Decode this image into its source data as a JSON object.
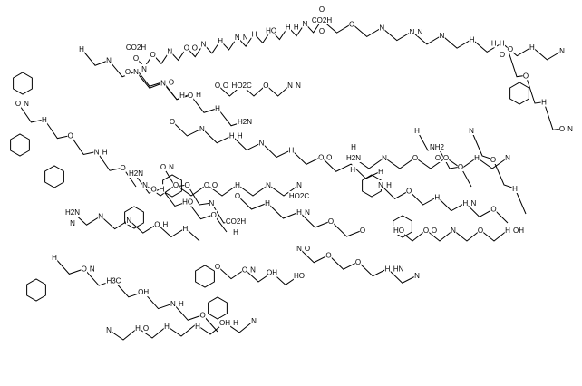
{
  "diagram": {
    "type": "chemical-structure",
    "atom_labels": [
      "O",
      "O",
      "N",
      "H",
      "CO2H",
      "N",
      "H",
      "O",
      "O",
      "O",
      "O",
      "N",
      "H",
      "O",
      "O",
      "CO2H",
      "O",
      "N",
      "H",
      "H2N",
      "O",
      "N",
      "H",
      "O",
      "H",
      "N",
      "O",
      "N",
      "H",
      "H2N",
      "O",
      "O",
      "N",
      "H",
      "OH",
      "O",
      "N",
      "H",
      "O",
      "NH2",
      "O",
      "N",
      "H",
      "N",
      "O",
      "N",
      "H",
      "O",
      "N",
      "H",
      "HO2C",
      "O",
      "N",
      "H",
      "O",
      "N",
      "H",
      "O",
      "O",
      "N",
      "H",
      "O",
      "O",
      "N",
      "H",
      "N",
      "H",
      "O",
      "HO",
      "N",
      "H",
      "H3C",
      "O",
      "H",
      "N",
      "OH",
      "O",
      "N",
      "H",
      "O",
      "N",
      "H",
      "HO",
      "O",
      "N",
      "H",
      "N",
      "H",
      "O",
      "H2N",
      "O",
      "N",
      "H",
      "H",
      "N",
      "O",
      "N",
      "H",
      "O",
      "O",
      "N",
      "H",
      "HO",
      "O",
      "N",
      "H",
      "O",
      "H2N",
      "O",
      "N",
      "H",
      "OH",
      "N",
      "H",
      "O",
      "HO",
      "O",
      "N",
      "H",
      "CO2H",
      "O",
      "N",
      "H",
      "O",
      "N",
      "H",
      "O",
      "N",
      "H",
      "O",
      "N",
      "H",
      "O",
      "N",
      "H",
      "O",
      "HO2C",
      "N",
      "H",
      "O",
      "H",
      "N",
      "O",
      "OH",
      "O",
      "N",
      "H",
      "O",
      "N",
      "H",
      "N",
      "H",
      "O",
      "H",
      "N",
      "O",
      "HN"
    ]
  }
}
